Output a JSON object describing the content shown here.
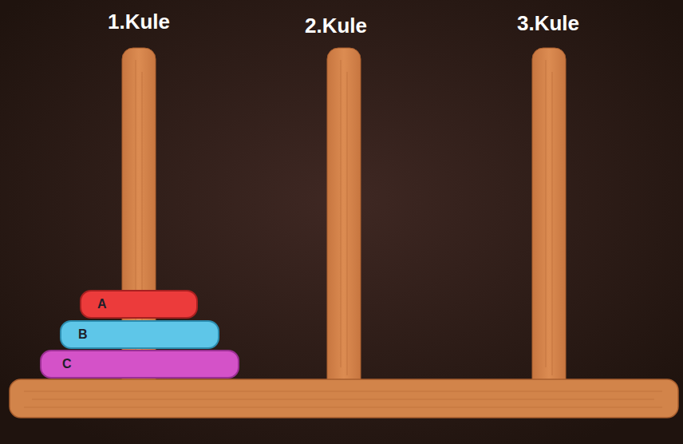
{
  "diagram": {
    "nodes": [
      {
        "text": [
          "A"
        ]
      },
      {
        "text": [
          "B"
        ]
      },
      {
        "text": [
          "C"
        ]
      }
    ],
    "labels": [
      "1.Kule",
      "2.Kule",
      "3.Kule"
    ]
  }
}
